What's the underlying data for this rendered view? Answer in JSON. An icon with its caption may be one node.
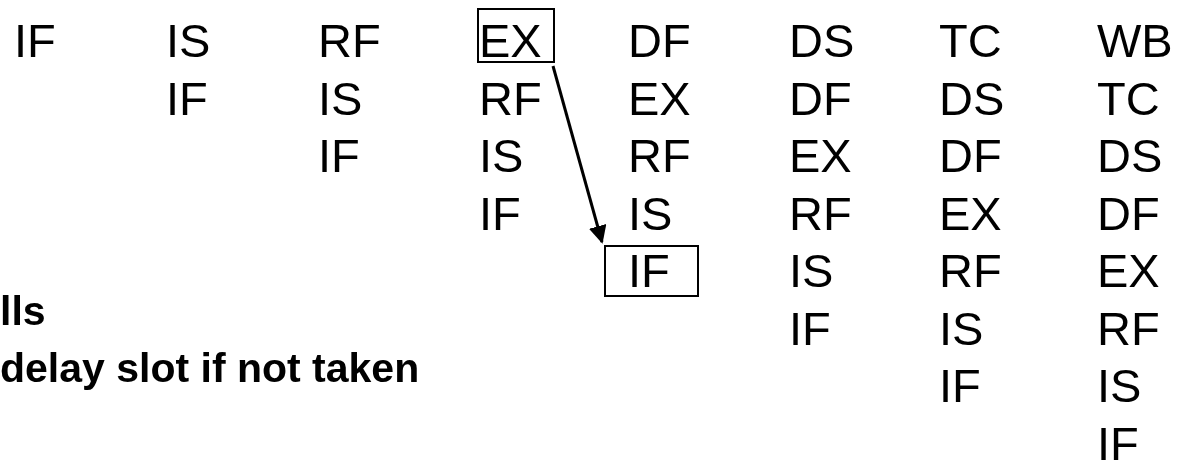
{
  "diagram": {
    "nodes": [
      {
        "text": [
          "EX"
        ]
      },
      {
        "text": [
          "IF"
        ]
      }
    ],
    "edges": [
      {
        "from": 0,
        "to": 1,
        "arrow": "to"
      }
    ],
    "labels": [
      "IF",
      "IS",
      "RF",
      "DF",
      "DS",
      "TC",
      "WB",
      "IF",
      "IS",
      "RF",
      "EX",
      "DF",
      "DS",
      "TC",
      "IF",
      "IS",
      "RF",
      "EX",
      "DF",
      "DS",
      "IF",
      "IS",
      "RF",
      "EX",
      "DF",
      "IS",
      "RF",
      "EX",
      "IF",
      "IS",
      "RF",
      "IF",
      "IS",
      "IF",
      "lls",
      "delay slot if not taken"
    ]
  }
}
